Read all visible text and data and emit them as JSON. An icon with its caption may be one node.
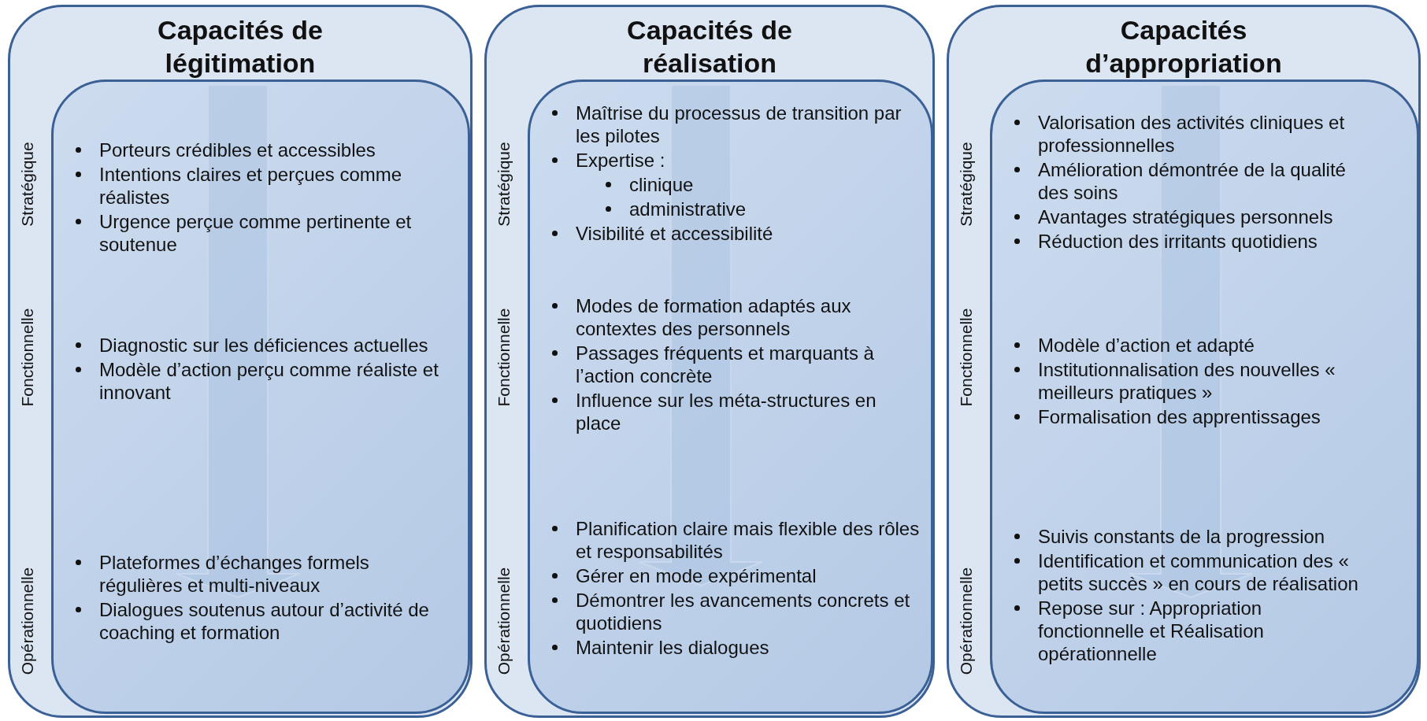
{
  "diagram": {
    "nodes": [
      {
        "text": [
          "Capacités de légitimation",
          "Stratégique",
          "Fonctionnelle",
          "Opérationnelle"
        ]
      },
      {
        "text": [
          "Porteurs crédibles et accessibles",
          "Intentions claires et perçues comme réalistes",
          "Urgence perçue comme pertinente et soutenue",
          "Diagnostic sur les déficiences actuelles",
          "Modèle d’action perçu comme réaliste et innovant",
          "Plateformes d’échanges formels régulières et multi-niveaux",
          "Dialogues soutenus autour d’activité de coaching et formation"
        ],
        "in": 0
      },
      {
        "text": [
          "Capacités de réalisation",
          "Stratégique",
          "Fonctionnelle",
          "Opérationnelle"
        ]
      },
      {
        "text": [
          "Maîtrise du processus de transition par les pilotes",
          "Expertise :",
          "clinique",
          "administrative",
          "Visibilité et accessibilité",
          "Modes de formation adaptés aux contextes des personnels",
          "Passages fréquents et marquants à l’action concrète",
          "Influence sur les méta-structures en place",
          "Planification claire mais flexible des rôles et responsabilités",
          "Gérer en mode expérimental",
          "Démontrer les avancements concrets et quotidiens",
          "Maintenir les dialogues"
        ],
        "in": 2
      },
      {
        "text": [
          "Capacités d’appropriation",
          "Stratégique",
          "Fonctionnelle",
          "Opérationnelle"
        ]
      },
      {
        "text": [
          "Valorisation des activités cliniques et professionnelles",
          "Amélioration démontrée de la qualité des soins",
          "Avantages stratégiques personnels",
          "Réduction des irritants quotidiens",
          "Modèle d’action et adapté",
          "Institutionnalisation des nouvelles « meilleurs pratiques »",
          "Formalisation des apprentissages",
          "Suivis constants de la progression",
          "Identification et communication des « petits succès » en cours de réalisation",
          "Repose sur : Appropriation fonctionnelle et Réalisation opérationnelle"
        ],
        "in": 4
      }
    ],
    "edges": []
  }
}
